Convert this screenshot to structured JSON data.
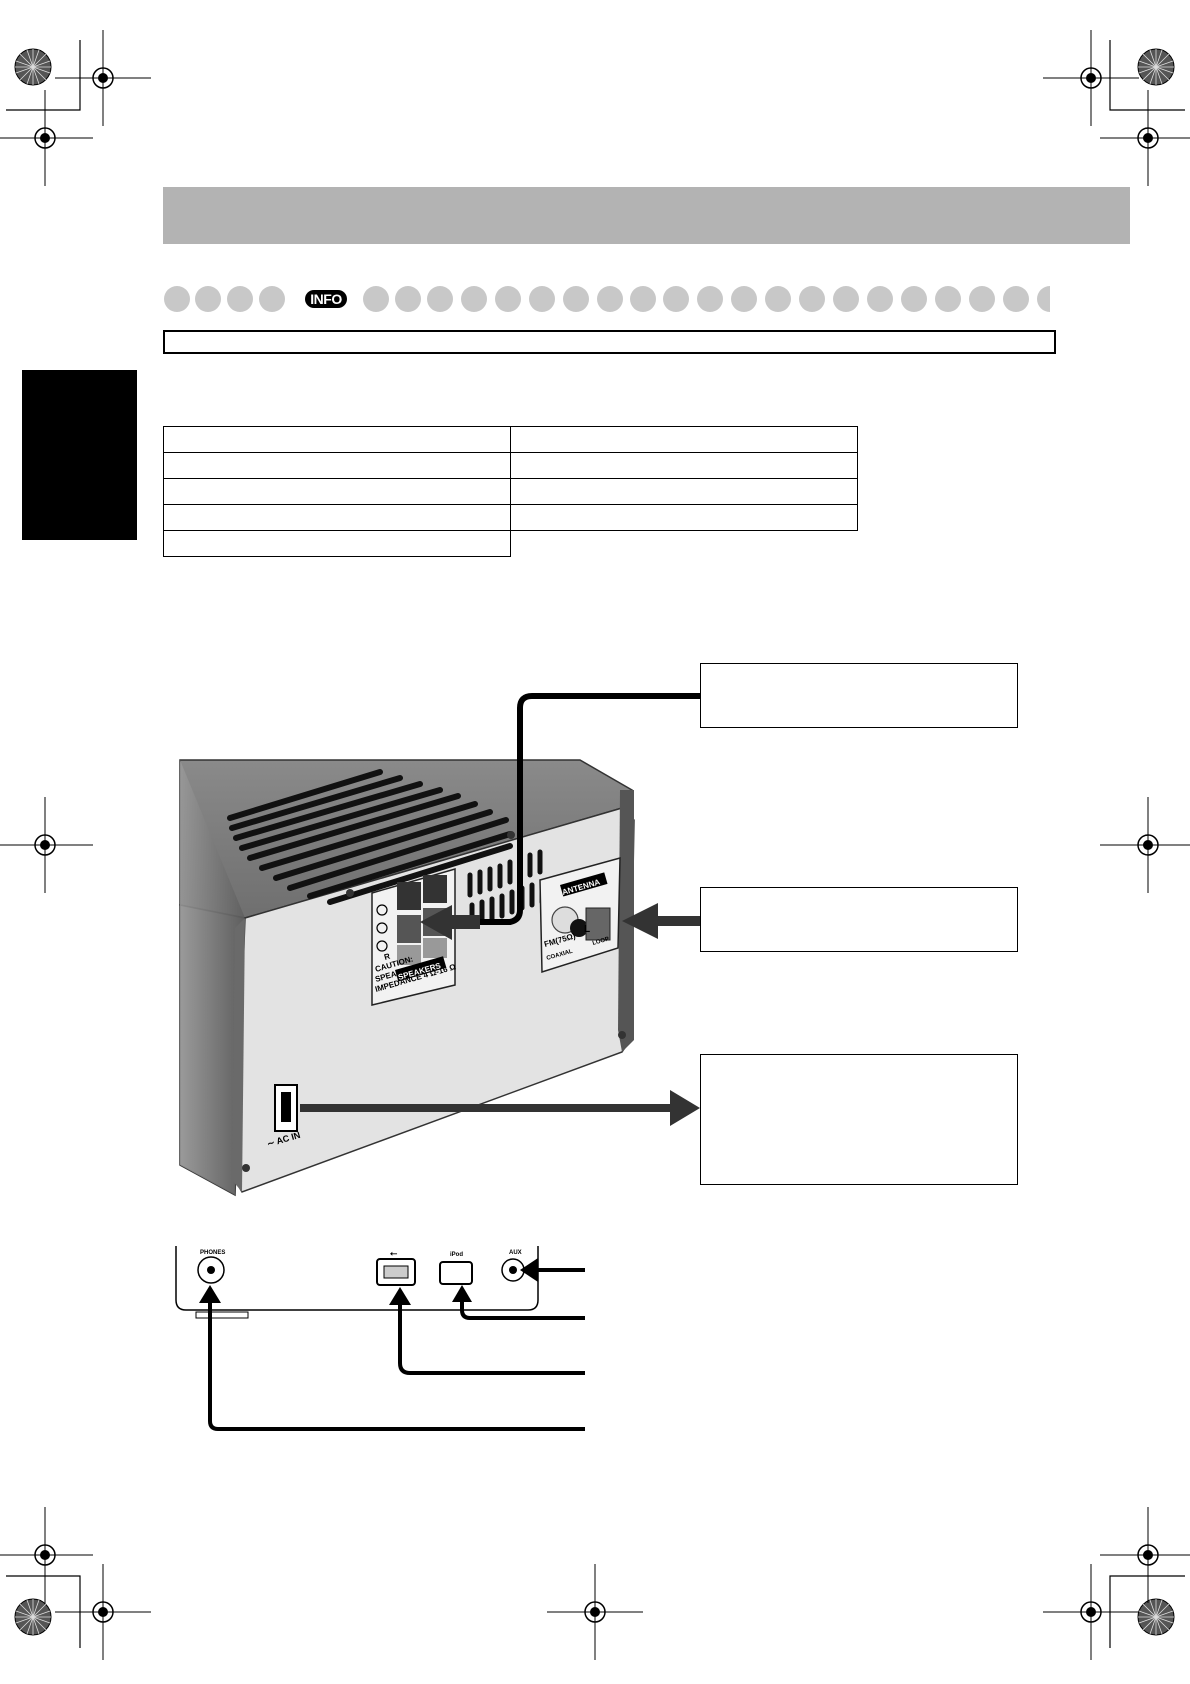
{
  "info_badge": "INFO",
  "rear_panel": {
    "speakers_caution_r": "R",
    "speakers_caution_line1": "CAUTION:",
    "speakers_caution_line2": "SPEAKER",
    "speakers_caution_line3": "IMPEDANCE  4 Ω-16 Ω",
    "speakers_label": "SPEAKERS",
    "antenna_label": "ANTENNA",
    "fm_label": "FM(75Ω)",
    "coaxial_label": "COAXIAL",
    "am_label": "L",
    "loop_label": "LOOP",
    "ac_in_label": "∼ AC IN"
  },
  "front_panel": {
    "phones_label": "PHONES",
    "usb_label": "⭠",
    "ipod_label": "iPod",
    "aux_label": "AUX"
  },
  "colors": {
    "header_band": "#b3b3b3",
    "side_tab": "#000000",
    "dot_gray": "#c8c8c8"
  }
}
